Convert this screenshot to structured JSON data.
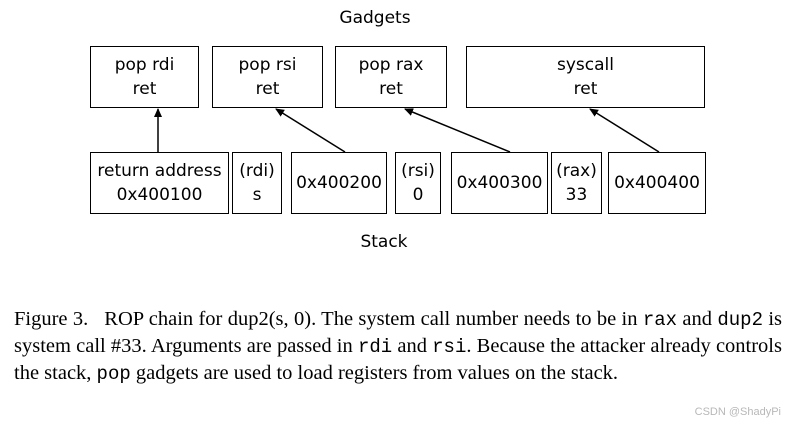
{
  "diagram": {
    "gadgets_title": "Gadgets",
    "stack_title": "Stack",
    "gadgets": [
      {
        "line1": "pop rdi",
        "line2": "ret"
      },
      {
        "line1": "pop rsi",
        "line2": "ret"
      },
      {
        "line1": "pop rax",
        "line2": "ret"
      },
      {
        "line1": "syscall",
        "line2": "ret"
      }
    ],
    "stack": [
      {
        "line1": "return address",
        "line2": "0x400100"
      },
      {
        "line1": "(rdi)",
        "line2": "s"
      },
      {
        "line1": "",
        "line2": "0x400200"
      },
      {
        "line1": "(rsi)",
        "line2": "0"
      },
      {
        "line1": "",
        "line2": "0x400300"
      },
      {
        "line1": "(rax)",
        "line2": "33"
      },
      {
        "line1": "",
        "line2": "0x400400"
      }
    ]
  },
  "caption": {
    "label": "Figure 3.",
    "t1": "ROP chain for dup2(s, 0). The system call number needs to be in",
    "m1": "rax",
    "t2": " and ",
    "m2": "dup2",
    "t3": " is system call #33. Arguments are passed in ",
    "m3": "rdi",
    "t4": " and ",
    "m4": "rsi",
    "t5": ". Because the attacker already controls the stack, ",
    "m5": "pop",
    "t6": " gadgets are used to load registers from values on the stack."
  },
  "watermark": "CSDN @ShadyPi"
}
